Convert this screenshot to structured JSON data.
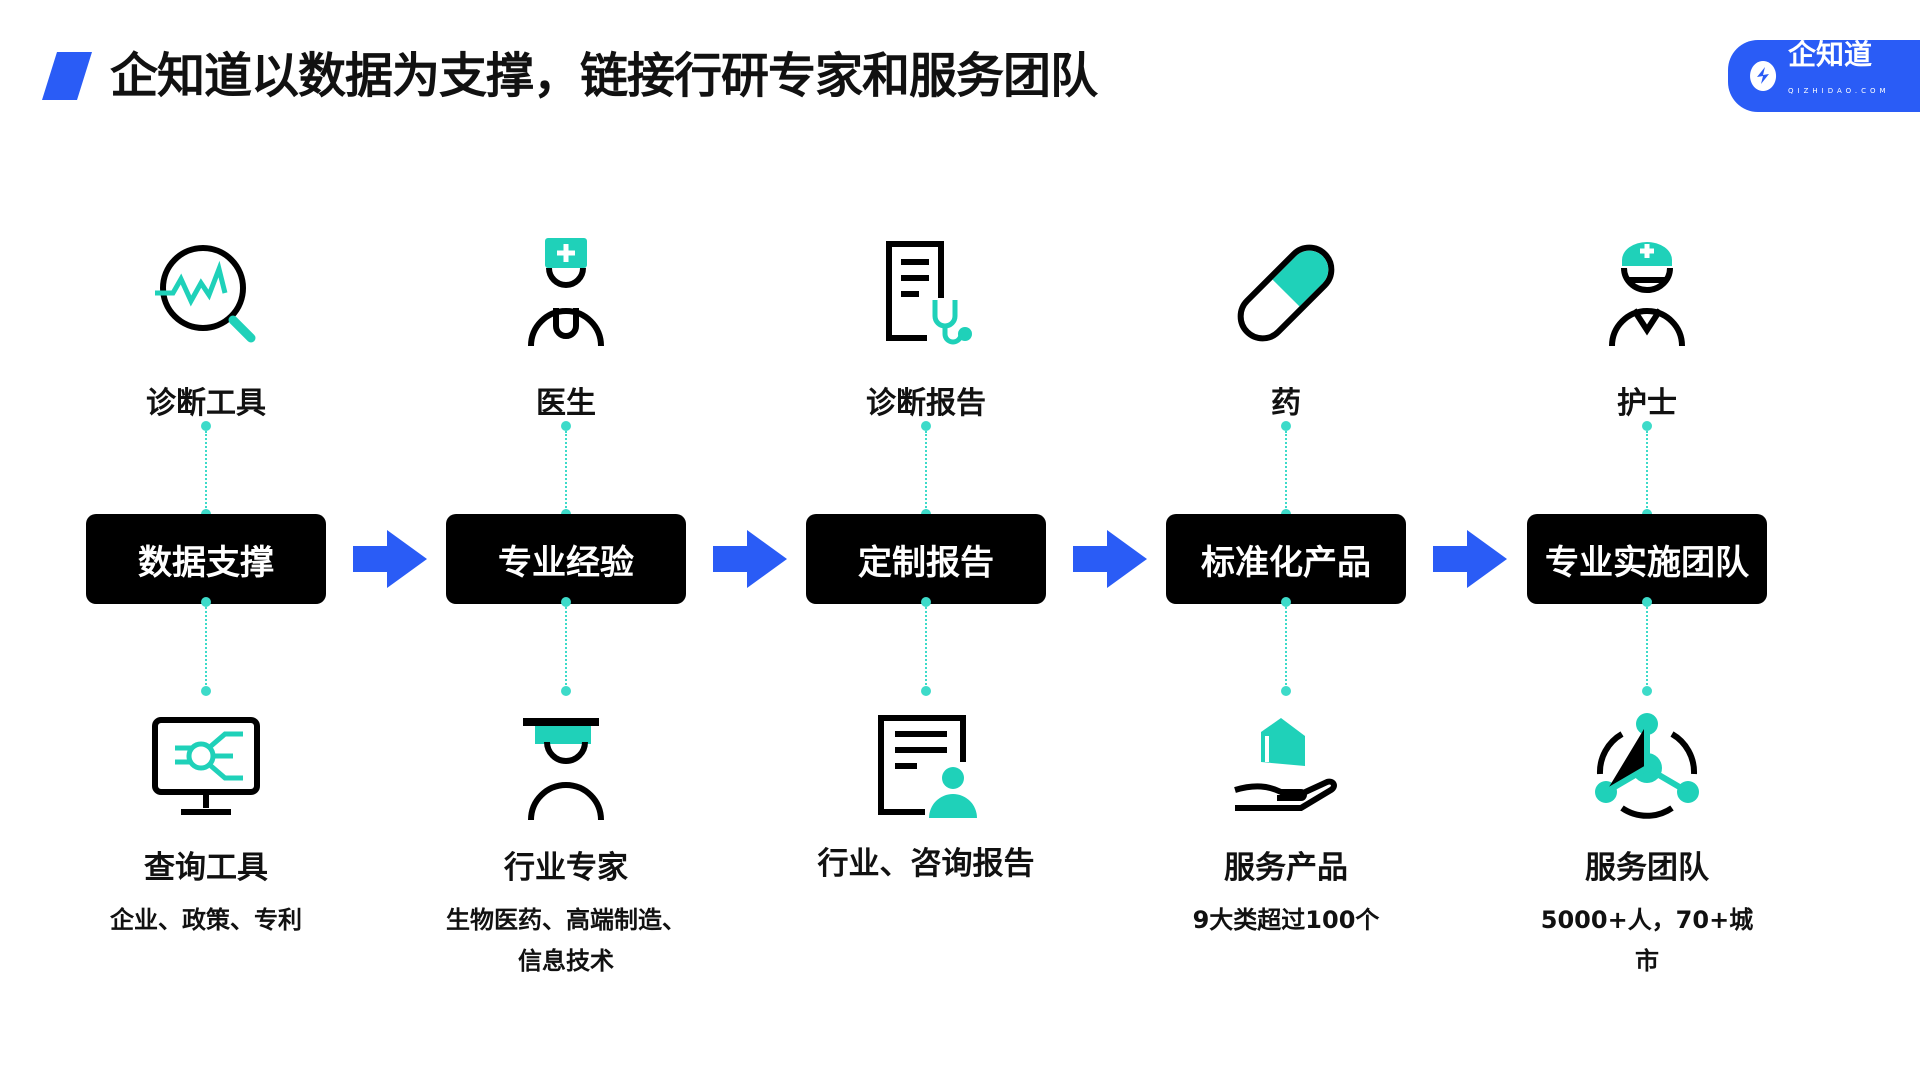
{
  "title": "企知道以数据为支撑，链接行研专家和服务团队",
  "logo": {
    "name": "企知道",
    "domain": "QIZHIDAO.COM"
  },
  "colors": {
    "accent": "#2a5cf6",
    "teal": "#1fd1b9",
    "dot": "#3ddbc9"
  },
  "columns": [
    {
      "top_label": "诊断工具",
      "top_icon": "chart-magnifier-icon",
      "box": "数据支撑",
      "bottom_label": "查询工具",
      "bottom_icon": "monitor-icon",
      "sub": [
        "企业、政策、专利"
      ]
    },
    {
      "top_label": "医生",
      "top_icon": "doctor-icon",
      "box": "专业经验",
      "bottom_label": "行业专家",
      "bottom_icon": "graduate-icon",
      "sub": [
        "生物医药、高端制造、",
        "信息技术"
      ]
    },
    {
      "top_label": "诊断报告",
      "top_icon": "report-stethoscope-icon",
      "box": "定制报告",
      "bottom_label": "行业、咨询报告",
      "bottom_icon": "document-user-icon",
      "sub": []
    },
    {
      "top_label": "药",
      "top_icon": "pill-icon",
      "box": "标准化产品",
      "bottom_label": "服务产品",
      "bottom_icon": "hand-product-icon",
      "sub": [
        "9大类超过100个"
      ]
    },
    {
      "top_label": "护士",
      "top_icon": "nurse-icon",
      "box": "专业实施团队",
      "bottom_label": "服务团队",
      "bottom_icon": "network-icon",
      "sub": [
        "5000+人，70+城",
        "市"
      ]
    }
  ]
}
